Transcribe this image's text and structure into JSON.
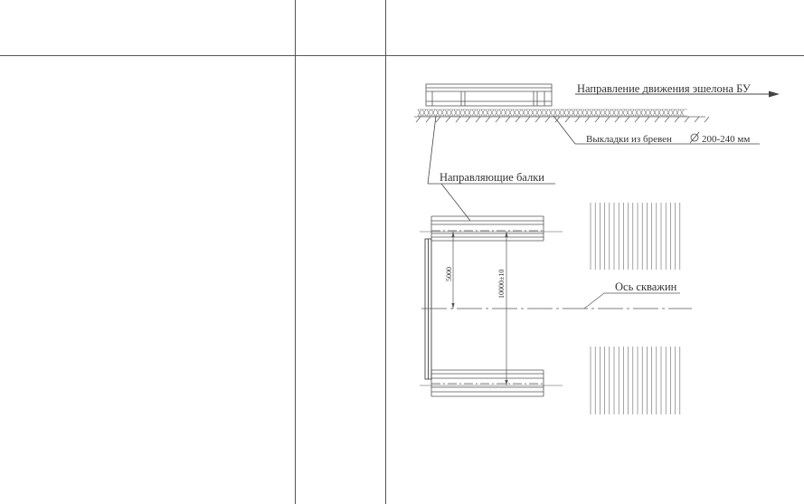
{
  "labels": {
    "direction": "Направление движения эшелона БУ",
    "logs": "Выкладки из бревен",
    "log_diameter": "200-240 мм",
    "guide_beams": "Направляющие балки",
    "well_axis": "Ось скважин"
  },
  "dimensions": {
    "half_span": "5000",
    "full_span": "10000±10"
  },
  "colors": {
    "line": "#444444",
    "text": "#333333",
    "background": "#ffffff"
  }
}
